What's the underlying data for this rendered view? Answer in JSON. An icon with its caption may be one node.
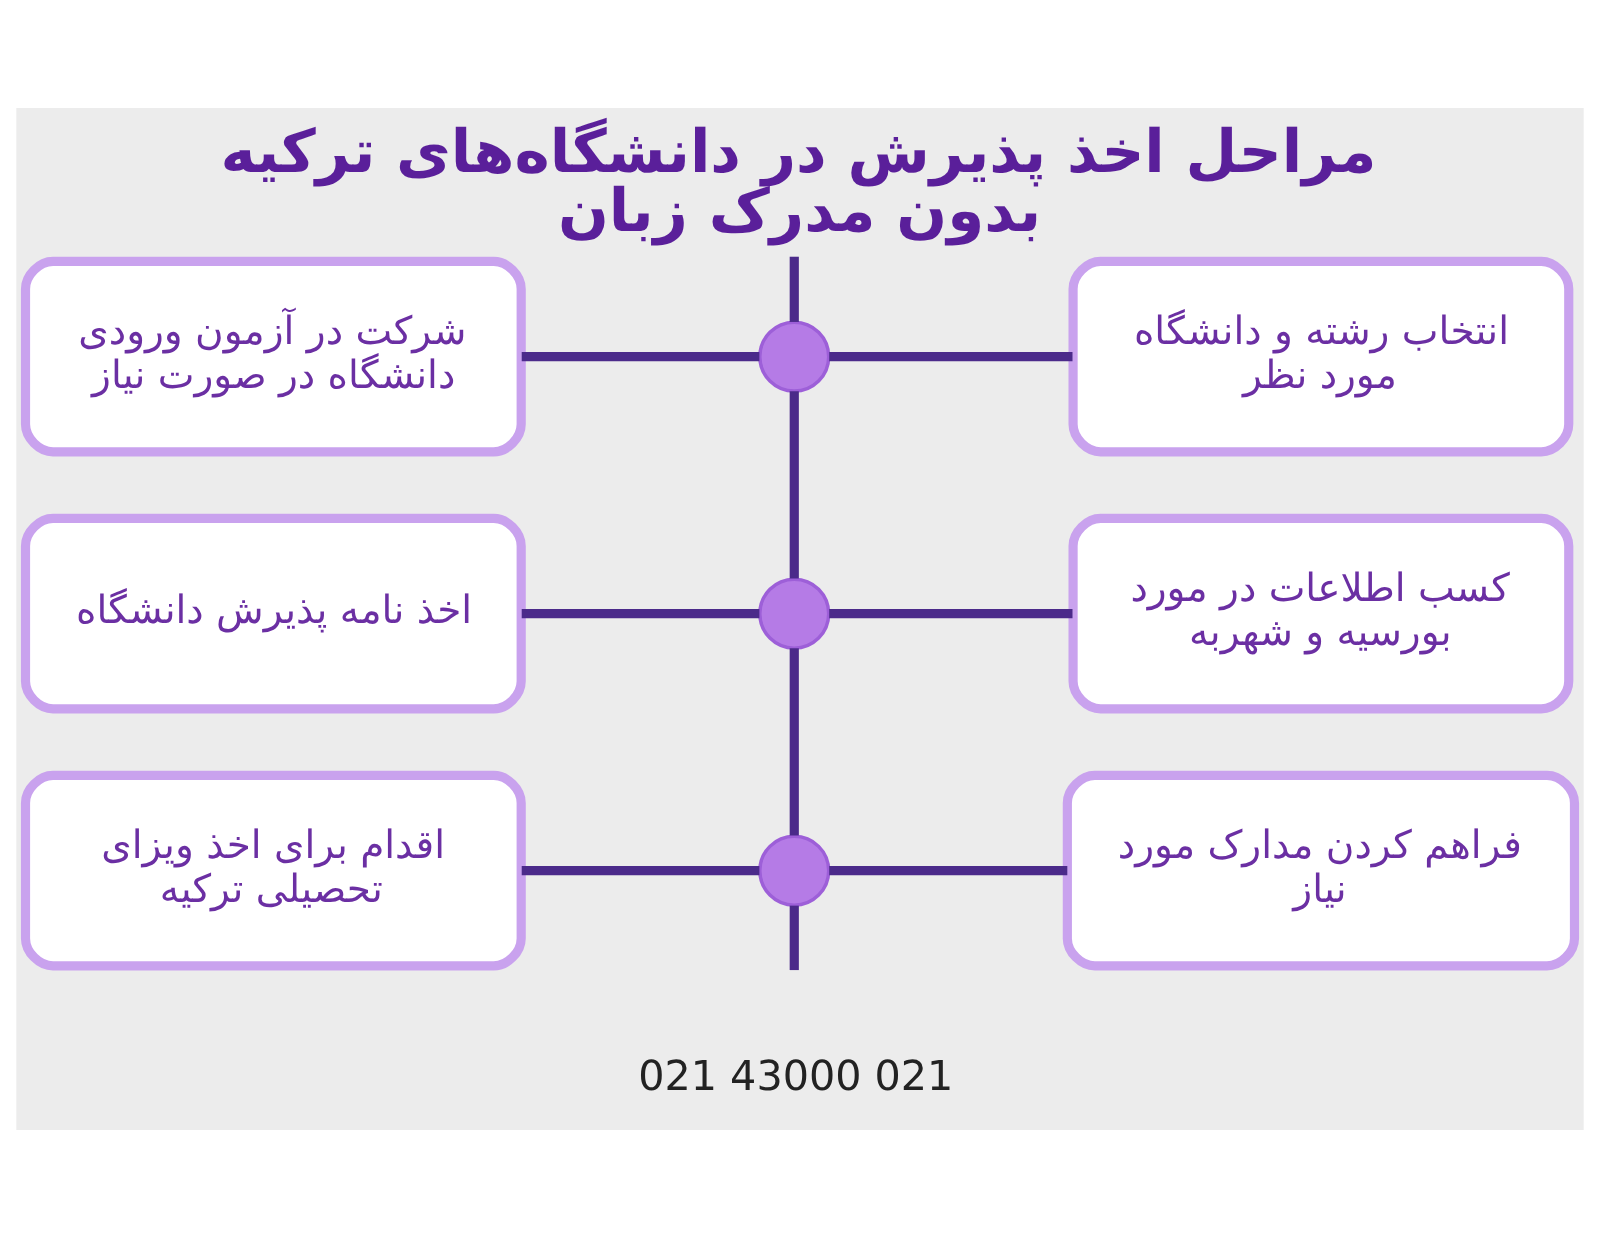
{
  "diagram": {
    "title": "مراحل اخذ پذیرش در دانشگاه‌های ترکیه بدون مدرک زبان",
    "nodes": [
      {
        "text": [
          "انتخاب رشته و دانشگاه مورد نظر"
        ]
      },
      {
        "text": [
          "کسب اطلاعات در مورد بورسیه و شهربه"
        ]
      },
      {
        "text": [
          "فراهم کردن مدارک مورد نیاز"
        ]
      },
      {
        "text": [
          "شرکت در آزمون ورودی دانشگاه در صورت نیاز"
        ]
      },
      {
        "text": [
          "اخذ نامه پذیرش دانشگاه"
        ]
      },
      {
        "text": [
          "اقدام برای اخذ ویزای تحصیلی ترکیه"
        ]
      },
      {
        "text": [],
        "shape": "circle"
      },
      {
        "text": [],
        "shape": "circle"
      },
      {
        "text": [],
        "shape": "circle"
      }
    ],
    "edges": [
      {
        "from": null,
        "to": 6,
        "arrow": "none"
      },
      {
        "from": 6,
        "to": 7,
        "arrow": "none"
      },
      {
        "from": 7,
        "to": 8,
        "arrow": "none"
      },
      {
        "from": 8,
        "to": null,
        "arrow": "none"
      },
      {
        "from": 6,
        "to": 0,
        "arrow": "none"
      },
      {
        "from": 7,
        "to": 1,
        "arrow": "none"
      },
      {
        "from": 8,
        "to": 2,
        "arrow": "none"
      },
      {
        "from": 3,
        "to": 6,
        "arrow": "none"
      },
      {
        "from": 4,
        "to": 7,
        "arrow": "none"
      },
      {
        "from": 5,
        "to": 8,
        "arrow": "none"
      }
    ],
    "labels": [
      "021 43000 021"
    ]
  }
}
